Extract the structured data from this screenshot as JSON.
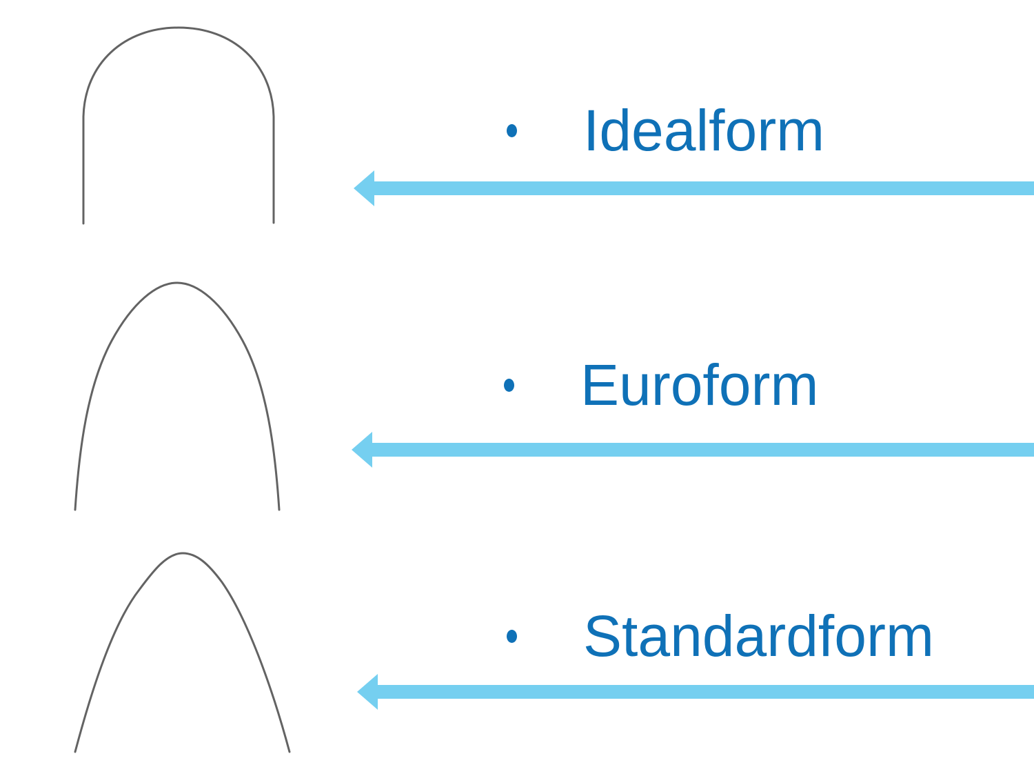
{
  "slide": {
    "items": [
      {
        "label": "Idealform",
        "wire_image": "idealform-archwire-photo"
      },
      {
        "label": "Euroform",
        "wire_image": "euroform-archwire-photo"
      },
      {
        "label": "Standardform",
        "wire_image": "standardform-archwire-photo"
      }
    ]
  },
  "colors": {
    "background": "#ffffff",
    "label_blue": "#0f71b7",
    "arrow_light_blue": "#75cff0",
    "wire_gray": "#636363"
  }
}
